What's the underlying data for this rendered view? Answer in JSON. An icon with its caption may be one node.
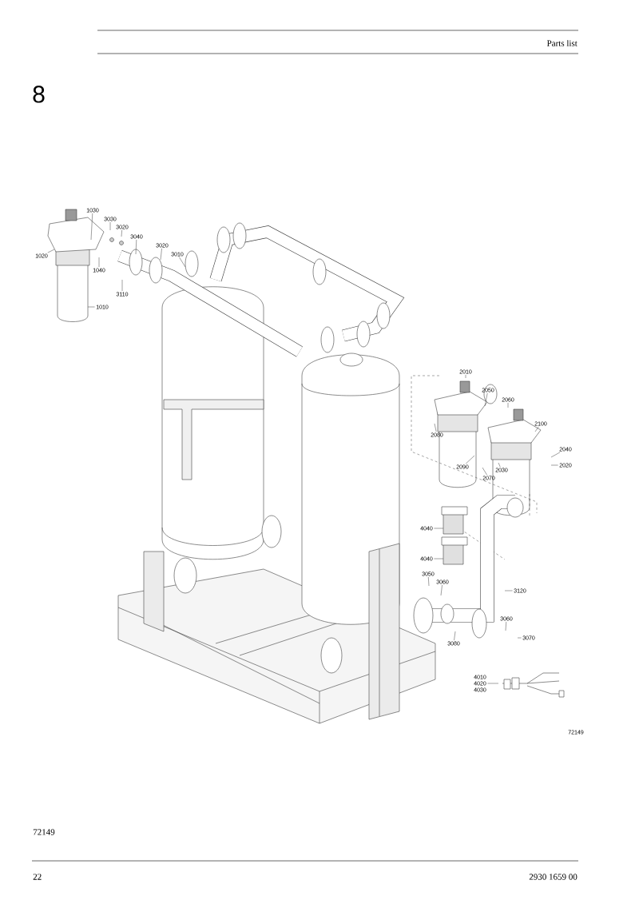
{
  "diagram": {
    "title": "8",
    "nodes": [
      {
        "text": [
          "1030"
        ]
      },
      {
        "text": [
          "3030"
        ]
      },
      {
        "text": [
          "3020"
        ]
      },
      {
        "text": [
          "3040"
        ]
      },
      {
        "text": [
          "1020"
        ]
      },
      {
        "text": [
          "1040"
        ]
      },
      {
        "text": [
          "3110"
        ]
      },
      {
        "text": [
          "1010"
        ]
      },
      {
        "text": [
          "3020"
        ]
      },
      {
        "text": [
          "3010"
        ]
      },
      {
        "text": [
          "2010"
        ]
      },
      {
        "text": [
          "2050"
        ]
      },
      {
        "text": [
          "2060"
        ]
      },
      {
        "text": [
          "2080"
        ]
      },
      {
        "text": [
          "2100"
        ]
      },
      {
        "text": [
          "2040"
        ]
      },
      {
        "text": [
          "2020"
        ]
      },
      {
        "text": [
          "2090"
        ]
      },
      {
        "text": [
          "2030"
        ]
      },
      {
        "text": [
          "2070"
        ]
      },
      {
        "text": [
          "4040"
        ]
      },
      {
        "text": [
          "4040"
        ]
      },
      {
        "text": [
          "3050"
        ]
      },
      {
        "text": [
          "3060"
        ]
      },
      {
        "text": [
          "3120"
        ]
      },
      {
        "text": [
          "3060"
        ]
      },
      {
        "text": [
          "3070"
        ]
      },
      {
        "text": [
          "3080"
        ]
      },
      {
        "text": [
          "4010 4020 4030"
        ]
      }
    ],
    "edges": [
      {
        "from": 0,
        "to": null,
        "arrow": "none"
      },
      {
        "from": 1,
        "to": null,
        "arrow": "none"
      },
      {
        "from": 2,
        "to": null,
        "arrow": "none"
      },
      {
        "from": 3,
        "to": null,
        "arrow": "none"
      },
      {
        "from": 4,
        "to": null,
        "arrow": "none"
      },
      {
        "from": 5,
        "to": null,
        "arrow": "none"
      },
      {
        "from": 6,
        "to": null,
        "arrow": "none"
      },
      {
        "from": 7,
        "to": null,
        "arrow": "none"
      },
      {
        "from": 8,
        "to": null,
        "arrow": "none"
      },
      {
        "from": 9,
        "to": null,
        "arrow": "none"
      },
      {
        "from": 10,
        "to": null,
        "arrow": "none"
      },
      {
        "from": 11,
        "to": null,
        "arrow": "none"
      },
      {
        "from": 12,
        "to": null,
        "arrow": "none"
      },
      {
        "from": 13,
        "to": null,
        "arrow": "none"
      },
      {
        "from": 14,
        "to": null,
        "arrow": "none"
      },
      {
        "from": 15,
        "to": null,
        "arrow": "none"
      },
      {
        "from": 16,
        "to": null,
        "arrow": "none"
      },
      {
        "from": 17,
        "to": null,
        "arrow": "none"
      },
      {
        "from": 18,
        "to": null,
        "arrow": "none"
      },
      {
        "from": 19,
        "to": null,
        "arrow": "none"
      },
      {
        "from": 20,
        "to": null,
        "arrow": "none"
      },
      {
        "from": 21,
        "to": null,
        "arrow": "none"
      },
      {
        "from": 22,
        "to": null,
        "arrow": "none"
      },
      {
        "from": 23,
        "to": null,
        "arrow": "none"
      },
      {
        "from": 24,
        "to": null,
        "arrow": "none"
      },
      {
        "from": 25,
        "to": null,
        "arrow": "none"
      },
      {
        "from": 26,
        "to": null,
        "arrow": "none"
      },
      {
        "from": 27,
        "to": null,
        "arrow": "none"
      },
      {
        "from": 28,
        "to": null,
        "arrow": "none"
      }
    ],
    "labels": [
      "Parts list",
      "72149",
      "72149",
      "22",
      "2930 1659 00"
    ]
  }
}
